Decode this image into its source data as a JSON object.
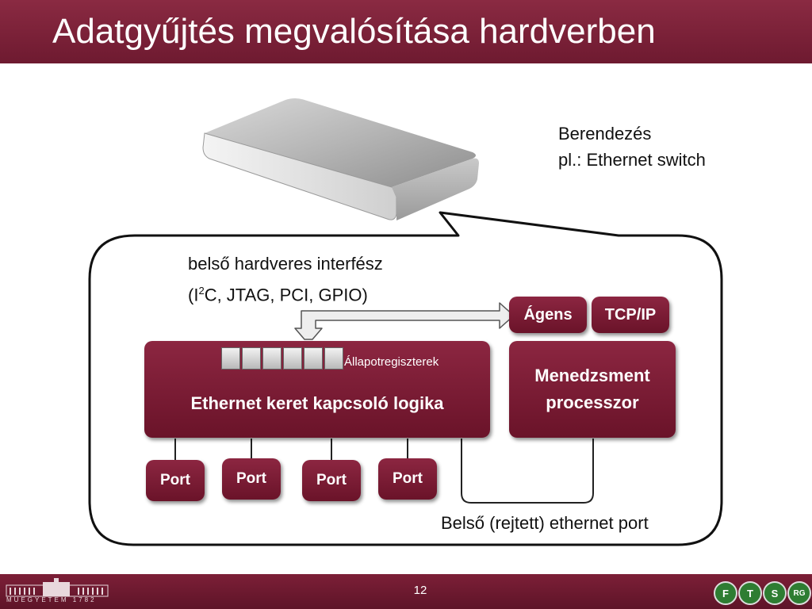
{
  "slide": {
    "title": "Adatgyűjtés megvalósítása hardverben",
    "page_number": "12"
  },
  "device_label": {
    "line1": "Berendezés",
    "line2": "pl.: Ethernet switch"
  },
  "interface_label": {
    "line1": "belső hardveres interfész",
    "line2_prefix": "(I",
    "line2_sup": "2",
    "line2_suffix": "C, JTAG, PCI, GPIO)"
  },
  "boxes": {
    "agent": "Ágens",
    "tcpip": "TCP/IP",
    "switch_logic": "Ethernet keret kapcsoló logika",
    "management_line1": "Menedzsment",
    "management_line2": "processzor",
    "registers_label": "Állapotregiszterek",
    "ports": [
      "Port",
      "Port",
      "Port",
      "Port"
    ]
  },
  "internal_port_label": "Belső (rejtett) ethernet port",
  "footer": {
    "university_logo_text": "MŰEGYETEM 1782",
    "logos": [
      "F",
      "T",
      "S",
      "RG"
    ]
  }
}
